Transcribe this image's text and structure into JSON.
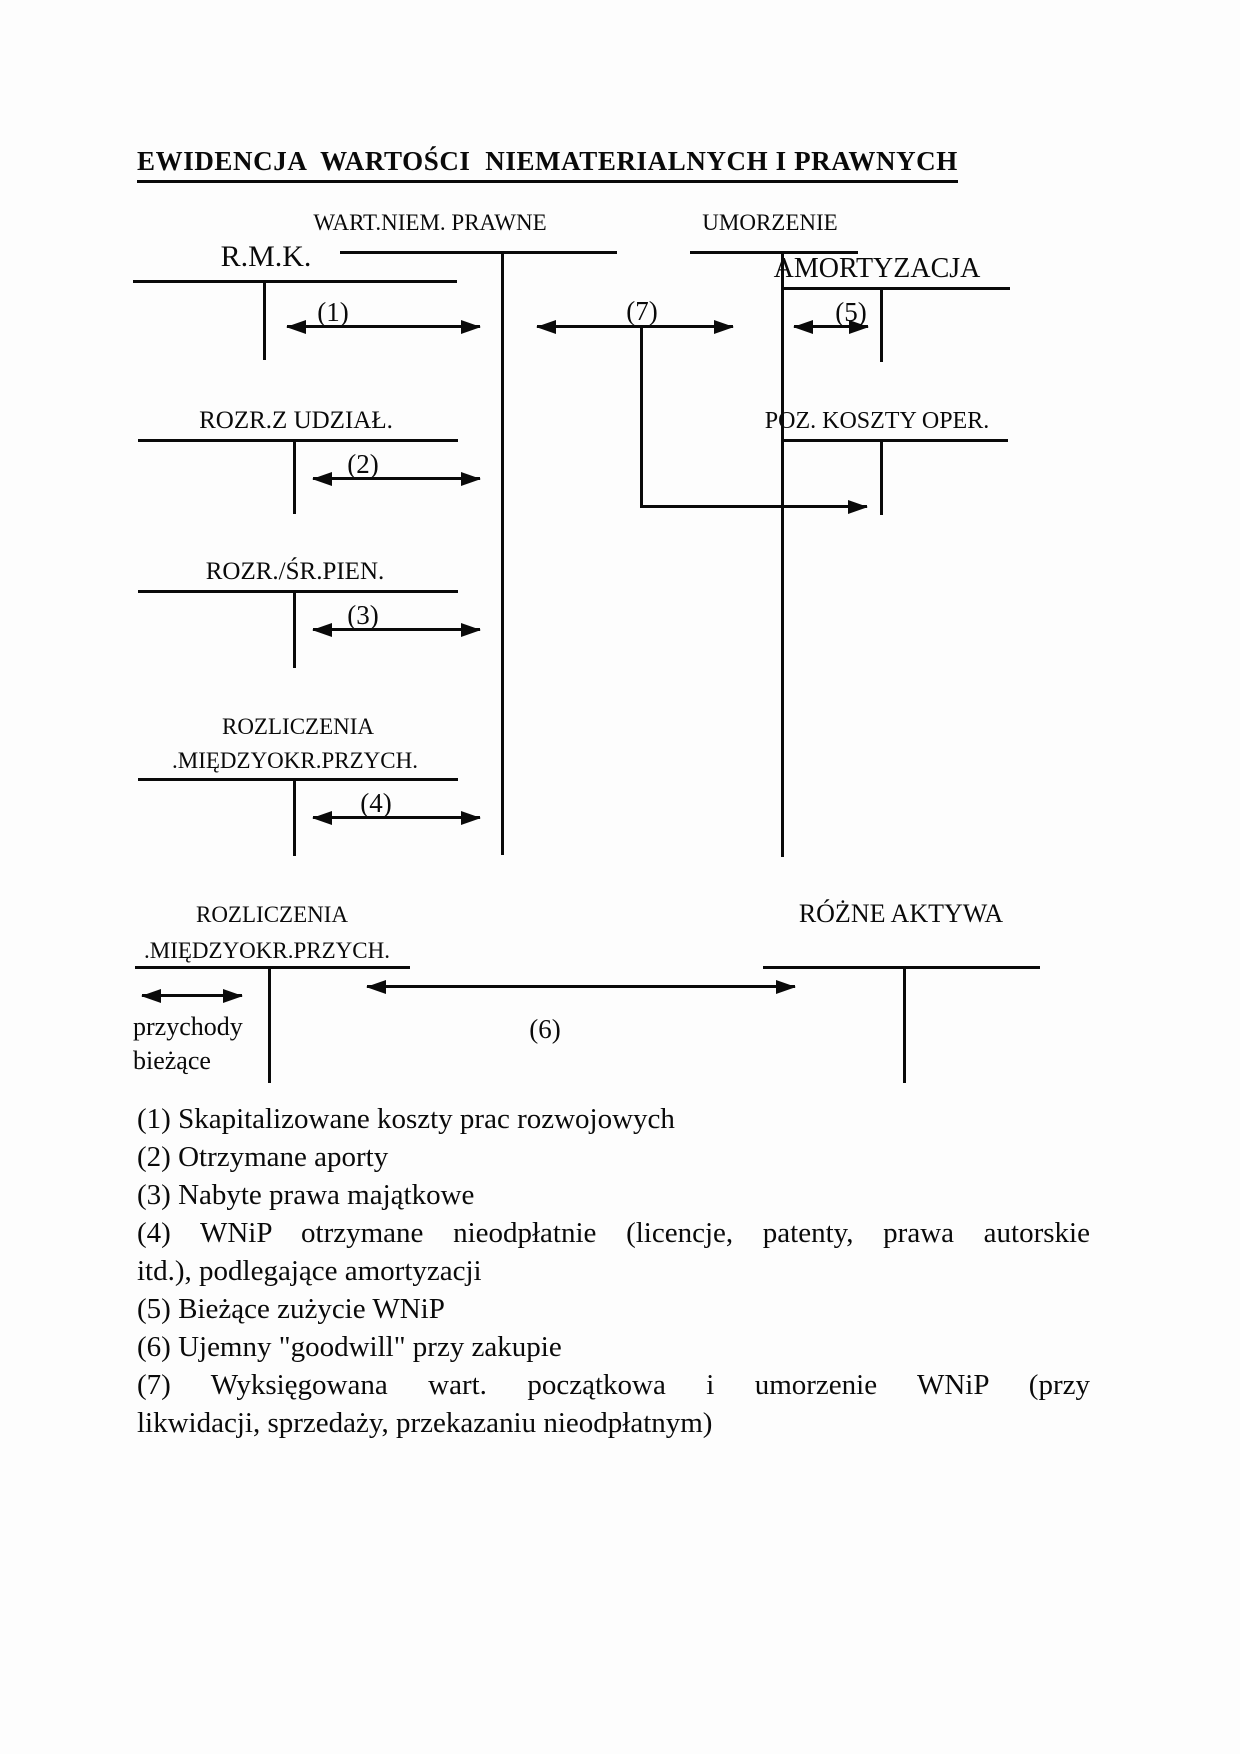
{
  "page": {
    "title": "EWIDENCJA  WARTOŚCI  NIEMATERIALNYCH I PRAWNYCH"
  },
  "diagram": {
    "accounts": {
      "wnip": "WART.NIEM. PRAWNE",
      "umorzenie": "UMORZENIE",
      "rmk": "R.M.K.",
      "amortyzacja": "AMORTYZACJA",
      "rozr_z_udzial": "ROZR.Z UDZIAŁ.",
      "poz_koszty_oper": "POZ. KOSZTY OPER.",
      "rozr_sr_pien": "ROZR./ŚR.PIEN.",
      "rozliczenia_1": [
        "ROZLICZENIA",
        ".MIĘDZYOKR.PRZYCH."
      ],
      "rozliczenia_2": [
        "ROZLICZENIA",
        ".MIĘDZYOKR.PRZYCH."
      ],
      "rozne_aktywa": "RÓŻNE AKTYWA"
    },
    "flows": {
      "f1": "(1)",
      "f2": "(2)",
      "f3": "(3)",
      "f4": "(4)",
      "f5": "(5)",
      "f6": "(6)",
      "f7": "(7)"
    },
    "note": {
      "line1": "przychody",
      "line2": "bieżące"
    }
  },
  "legend": {
    "lines": [
      "(1) Skapitalizowane koszty prac rozwojowych",
      "(2) Otrzymane aporty",
      "(3) Nabyte prawa majątkowe",
      "(4) WNiP otrzymane nieodpłatnie (licencje, patenty, prawa autorskie",
      "itd.), podlegające amortyzacji",
      "(5) Bieżące zużycie WNiP",
      "(6) Ujemny \"goodwill\" przy zakupie",
      "(7) Wyksięgowana wart. początkowa i umorzenie WNiP (przy",
      "likwidacji, sprzedaży, przekazaniu nieodpłatnym)"
    ]
  }
}
